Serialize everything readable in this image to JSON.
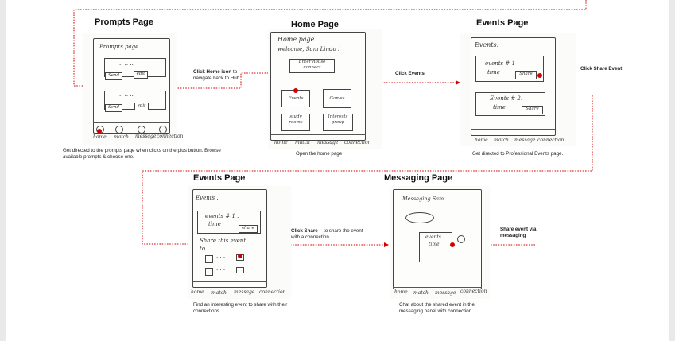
{
  "accent_color": "#d40000",
  "screens": {
    "prompts": {
      "title": "Prompts Page",
      "sketch_title": "Prompts page.",
      "card_dots": "·· ·· ··",
      "send": "Send",
      "edit": "edit",
      "send2": "Send",
      "edit2": "edit",
      "caption": "Get directed to the prompts page when clicks on the plus button. Browse available prompts & choose one."
    },
    "home": {
      "title": "Home Page",
      "line1": "Home page .",
      "line2": "welcome, Sam Lindo !",
      "enter": "Enter house connect",
      "events": "Events",
      "games": "Games",
      "study": "study rooms",
      "interests": "Interests group",
      "caption": "Open the home page"
    },
    "events1": {
      "title": "Events Page",
      "heading": "Events.",
      "e1a": "events # 1",
      "e1b": "time",
      "share1": "Share",
      "e2a": "Events # 2.",
      "e2b": "time",
      "share2": "Share",
      "caption": "Get directed to Professional Events page."
    },
    "events2": {
      "title": "Events Page",
      "heading": "Events .",
      "e1a": "events # 1 .",
      "e1b": "time",
      "share": "share",
      "share_text": "Share this event",
      "to": "to .",
      "caption": "Find an interesting event to share with their connections"
    },
    "messaging": {
      "title": "Messaging Page",
      "heading": "Messaging Sam",
      "card_a": "events",
      "card_b": "time",
      "caption": "Chat about the shared event in the messaging panel with connection"
    }
  },
  "nav": {
    "home": "home",
    "match": "match",
    "message": "message",
    "connection": "connection"
  },
  "arrows": {
    "click_home_bold": "Click Home icon",
    "click_home_rest": " to navigate back to Hub",
    "click_events": "Click Events",
    "click_share_event": "Click Share Event",
    "click_share_bold": "Click Share",
    "click_share_rest": " to share the event with a connection",
    "share_via": "Share event via messaging"
  }
}
